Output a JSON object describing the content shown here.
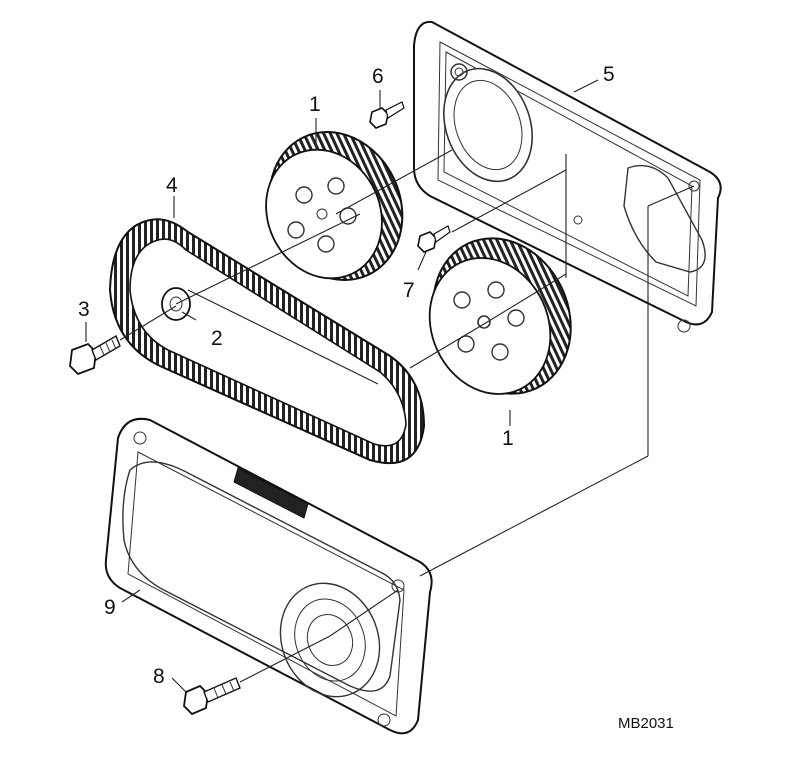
{
  "diagram": {
    "labels": {
      "l1_top": "1",
      "l1_bottom": "1",
      "l2": "2",
      "l3": "3",
      "l4": "4",
      "l5": "5",
      "l6": "6",
      "l7": "7",
      "l8": "8",
      "l9": "9"
    },
    "code": "MB2031"
  }
}
